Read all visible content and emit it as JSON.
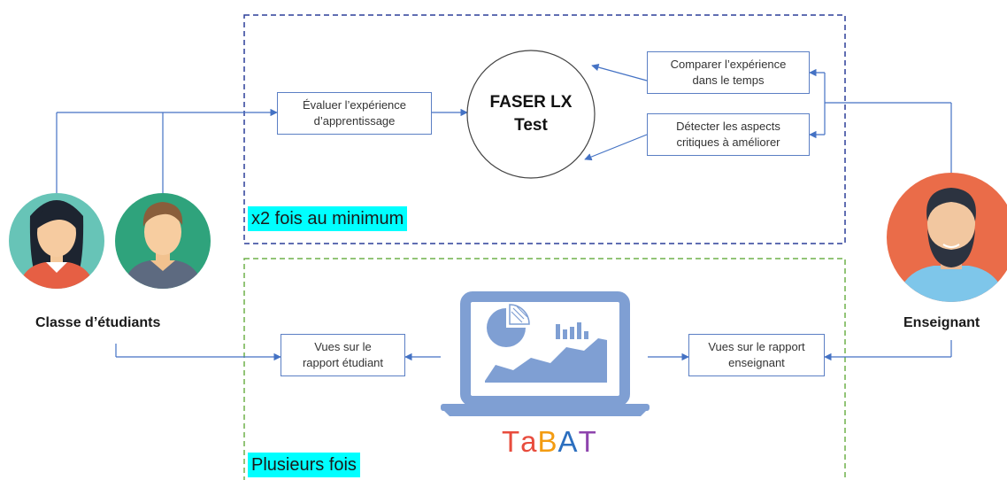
{
  "sections": {
    "top_label": "x2 fois au minimum",
    "bottom_label": "Plusieurs fois"
  },
  "center": {
    "title_line1": "FASER LX",
    "title_line2": "Test"
  },
  "boxes": {
    "evaluer": [
      "Évaluer l’expérience",
      "d’apprentissage"
    ],
    "comparer": [
      "Comparer l’expérience",
      "dans le temps"
    ],
    "detecter": [
      "Détecter les aspects",
      "critiques à améliorer"
    ],
    "vues_etudiant": [
      "Vues sur le",
      "rapport étudiant"
    ],
    "vues_enseignant": [
      "Vues sur le rapport",
      "enseignant"
    ]
  },
  "people": {
    "students_label": "Classe d’étudiants",
    "teacher_label": "Enseignant"
  },
  "brand": {
    "letters": [
      "T",
      "a",
      "B",
      "A",
      "T"
    ],
    "colors": [
      "#e84c3d",
      "#e84c3d",
      "#f39c12",
      "#2c6fbf",
      "#8e44ad"
    ]
  },
  "colors": {
    "top_frame": "#2b3f99",
    "bottom_frame": "#6fb04a",
    "connector": "#4472c4",
    "laptop": "#7f9fd3",
    "highlight": "#00ffff"
  },
  "icons": [
    "female-student-avatar-icon",
    "male-student-avatar-icon",
    "teacher-avatar-icon",
    "laptop-dashboard-icon"
  ]
}
